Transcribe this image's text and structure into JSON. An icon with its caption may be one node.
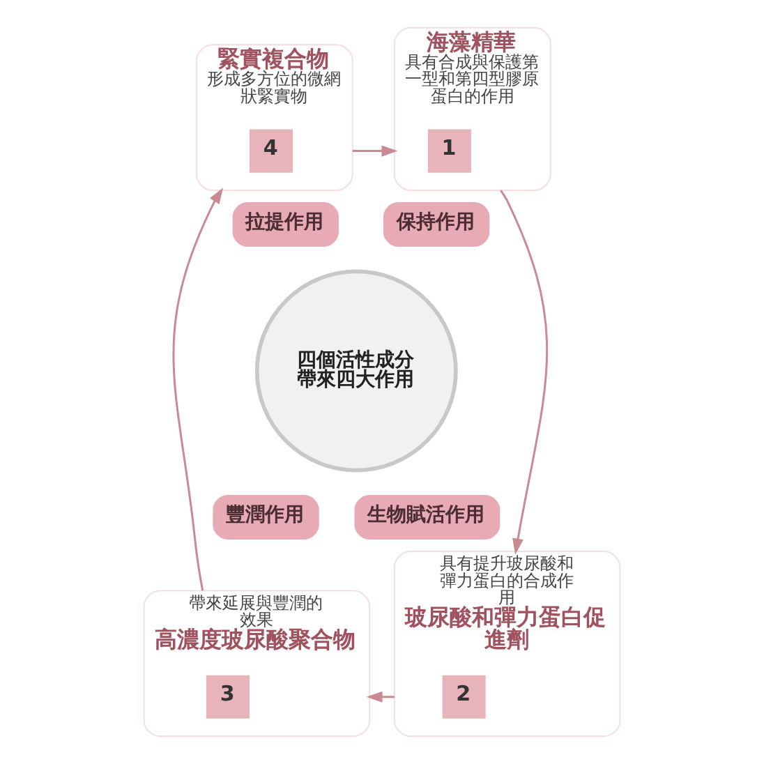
{
  "diagram": {
    "nodes": [
      {
        "text": [
          "緊實複合物",
          "形成多方位的微網狀緊實物"
        ]
      },
      {
        "text": [
          "4"
        ],
        "in": 0
      },
      {
        "text": [
          "海藻精華",
          "具有合成與保護第一型和第四型膠原蛋白的作用"
        ]
      },
      {
        "text": [
          "1"
        ],
        "in": 2
      },
      {
        "text": [
          "拉提作用"
        ]
      },
      {
        "text": [
          "保持作用"
        ]
      },
      {
        "text": [
          "四個活性成分帶來四大作用"
        ]
      },
      {
        "text": [
          "豐潤作用"
        ]
      },
      {
        "text": [
          "生物賦活作用"
        ]
      },
      {
        "text": [
          "帶來延展與豐潤的效果",
          "高濃度玻尿酸聚合物"
        ]
      },
      {
        "text": [
          "3"
        ],
        "in": 9
      },
      {
        "text": [
          "具有提升玻尿酸和彈力蛋白的合成作用",
          "玻尿酸和彈力蛋白促進劑"
        ]
      },
      {
        "text": [
          "2"
        ],
        "in": 11
      }
    ],
    "edges": [
      {
        "from": 0,
        "to": 2,
        "arrow": "to"
      },
      {
        "from": 2,
        "to": 11,
        "arrow": "to"
      },
      {
        "from": 11,
        "to": 9,
        "arrow": "to"
      },
      {
        "from": 9,
        "to": 0,
        "arrow": "to"
      }
    ]
  }
}
